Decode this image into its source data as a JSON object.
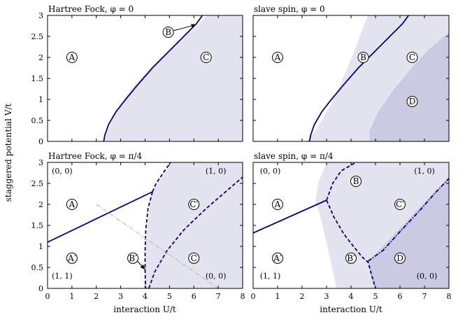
{
  "chart_data": [
    {
      "type": "area",
      "title": "Hartree Fock, φ = 0",
      "xlim": [
        0,
        8
      ],
      "ylim": [
        0,
        3
      ],
      "xticks": [
        "0",
        "1",
        "2",
        "3",
        "4",
        "5",
        "6",
        "7",
        "8"
      ],
      "yticks": [
        "0",
        "0.5",
        "1",
        "1.5",
        "2",
        "2.5",
        "3"
      ],
      "shaded_regions": [
        {
          "color": "#e4e4f1",
          "boundary": [
            [
              2.3,
              0
            ],
            [
              2.5,
              0.3
            ],
            [
              2.9,
              0.8
            ],
            [
              3.5,
              1.3
            ],
            [
              4.3,
              1.8
            ],
            [
              5.2,
              2.3
            ],
            [
              6.2,
              2.8
            ],
            [
              6.55,
              3
            ],
            [
              8,
              3
            ],
            [
              8,
              0
            ]
          ]
        }
      ],
      "series": [
        {
          "style": "solid",
          "color": "#000080",
          "points": [
            [
              2.3,
              0
            ],
            [
              2.35,
              0.15
            ],
            [
              2.5,
              0.4
            ],
            [
              2.8,
              0.7
            ],
            [
              3.2,
              1.0
            ],
            [
              3.7,
              1.35
            ],
            [
              4.3,
              1.75
            ],
            [
              4.9,
              2.1
            ],
            [
              5.5,
              2.45
            ],
            [
              6.1,
              2.8
            ],
            [
              6.35,
              3
            ]
          ]
        }
      ],
      "arrows": [
        {
          "from": [
            5.05,
            2.62
          ],
          "to": [
            6.1,
            2.78
          ]
        }
      ],
      "region_labels": [
        {
          "text": "A",
          "x": 1,
          "y": 2
        },
        {
          "text": "B",
          "x": 4.95,
          "y": 2.6
        },
        {
          "text": "C",
          "x": 6.5,
          "y": 2
        }
      ],
      "pair_labels": []
    },
    {
      "type": "area",
      "title": "slave spin, φ = 0",
      "xlim": [
        0,
        8
      ],
      "ylim": [
        0,
        3
      ],
      "xticks": [
        "0",
        "1",
        "2",
        "3",
        "4",
        "5",
        "6",
        "7",
        "8"
      ],
      "yticks": [
        "0",
        "0.5",
        "1",
        "1.5",
        "2",
        "2.5",
        "3"
      ],
      "shaded_regions": [
        {
          "color": "#e4e4f1",
          "boundary": [
            [
              2.2,
              0
            ],
            [
              2.6,
              0.3
            ],
            [
              3.1,
              0.8
            ],
            [
              3.6,
              1.4
            ],
            [
              4.1,
              2.1
            ],
            [
              4.55,
              2.8
            ],
            [
              4.7,
              3
            ],
            [
              8,
              3
            ],
            [
              8,
              0
            ]
          ]
        },
        {
          "color": "#cacae2",
          "boundary": [
            [
              4.75,
              0
            ],
            [
              4.75,
              0.25
            ],
            [
              5.1,
              0.7
            ],
            [
              5.7,
              1.2
            ],
            [
              6.4,
              1.7
            ],
            [
              7.2,
              2.2
            ],
            [
              8,
              2.6
            ],
            [
              8,
              0
            ]
          ]
        }
      ],
      "series": [
        {
          "style": "solid",
          "color": "#000080",
          "points": [
            [
              2.3,
              0
            ],
            [
              2.35,
              0.15
            ],
            [
              2.5,
              0.4
            ],
            [
              2.8,
              0.7
            ],
            [
              3.2,
              1.0
            ],
            [
              3.7,
              1.35
            ],
            [
              4.3,
              1.75
            ],
            [
              4.9,
              2.1
            ],
            [
              5.5,
              2.45
            ],
            [
              6.1,
              2.8
            ],
            [
              6.35,
              3
            ]
          ]
        }
      ],
      "arrows": [],
      "region_labels": [
        {
          "text": "A",
          "x": 1,
          "y": 2
        },
        {
          "text": "B",
          "x": 4.5,
          "y": 2
        },
        {
          "text": "C",
          "x": 6.5,
          "y": 2
        },
        {
          "text": "D",
          "x": 6.5,
          "y": 0.95
        }
      ],
      "pair_labels": []
    },
    {
      "type": "area",
      "title": "Hartree Fock, φ = π/4",
      "xlim": [
        0,
        8
      ],
      "ylim": [
        0,
        3
      ],
      "xticks": [
        "0",
        "1",
        "2",
        "3",
        "4",
        "5",
        "6",
        "7",
        "8"
      ],
      "yticks": [
        "0",
        "0.5",
        "1",
        "1.5",
        "2",
        "2.5",
        "3"
      ],
      "shaded_regions": [
        {
          "color": "#e4e4f1",
          "boundary": [
            [
              3.95,
              0
            ],
            [
              4.0,
              0.6
            ],
            [
              4.05,
              1.2
            ],
            [
              4.15,
              1.8
            ],
            [
              4.25,
              2.25
            ],
            [
              4.6,
              2.6
            ],
            [
              5.1,
              3
            ],
            [
              8,
              3
            ],
            [
              8,
              0
            ]
          ]
        }
      ],
      "series": [
        {
          "style": "solid",
          "color": "#000080",
          "points": [
            [
              0,
              1.1
            ],
            [
              4.3,
              2.3
            ]
          ]
        },
        {
          "style": "dashed",
          "color": "#000080",
          "points": [
            [
              4.3,
              2.3
            ],
            [
              4.45,
              2.5
            ],
            [
              4.8,
              2.8
            ],
            [
              5.05,
              3
            ]
          ]
        },
        {
          "style": "dashed",
          "color": "#000080",
          "points": [
            [
              4.3,
              2.3
            ],
            [
              4.12,
              1.9
            ],
            [
              4.03,
              1.4
            ],
            [
              4.0,
              0.9
            ],
            [
              4.0,
              0.4
            ],
            [
              4.02,
              0
            ]
          ]
        },
        {
          "style": "dashed",
          "color": "#000080",
          "points": [
            [
              4.15,
              0
            ],
            [
              4.4,
              0.4
            ],
            [
              4.9,
              0.9
            ],
            [
              5.6,
              1.4
            ],
            [
              6.5,
              1.9
            ],
            [
              7.3,
              2.3
            ],
            [
              8,
              2.65
            ]
          ]
        },
        {
          "style": "dashdot",
          "color": "#b0b0b0",
          "points": [
            [
              2,
              2
            ],
            [
              7,
              0
            ]
          ]
        }
      ],
      "arrows": [
        {
          "from": [
            3.6,
            0.7
          ],
          "to": [
            4.0,
            0.45
          ]
        }
      ],
      "region_labels": [
        {
          "text": "A",
          "x": 1,
          "y": 2
        },
        {
          "text": "C′",
          "x": 6,
          "y": 2
        },
        {
          "text": "A′",
          "x": 1,
          "y": 0.72
        },
        {
          "text": "B′",
          "x": 3.5,
          "y": 0.72
        },
        {
          "text": "C",
          "x": 6,
          "y": 0.72
        }
      ],
      "pair_labels": [
        {
          "text": "(0, 0)",
          "x": 0.6,
          "y": 2.8
        },
        {
          "text": "(1, 0)",
          "x": 6.9,
          "y": 2.8
        },
        {
          "text": "(1, 1)",
          "x": 0.6,
          "y": 0.3
        },
        {
          "text": "(0, 0)",
          "x": 6.9,
          "y": 0.3
        }
      ]
    },
    {
      "type": "area",
      "title": "slave spin, φ = π/4",
      "xlim": [
        0,
        8
      ],
      "ylim": [
        0,
        3
      ],
      "xticks": [
        "0",
        "1",
        "2",
        "3",
        "4",
        "5",
        "6",
        "7",
        "8"
      ],
      "yticks": [
        "0",
        "0.5",
        "1",
        "1.5",
        "2",
        "2.5",
        "3"
      ],
      "shaded_regions": [
        {
          "color": "#e4e4f1",
          "boundary": [
            [
              3.4,
              0
            ],
            [
              3.3,
              0.3
            ],
            [
              3.15,
              0.7
            ],
            [
              2.95,
              1.2
            ],
            [
              2.75,
              1.7
            ],
            [
              2.55,
              2.05
            ],
            [
              2.65,
              2.5
            ],
            [
              3.0,
              3
            ],
            [
              8,
              3
            ],
            [
              8,
              0
            ]
          ]
        },
        {
          "color": "#cacae2",
          "boundary": [
            [
              5.0,
              0
            ],
            [
              4.8,
              0.3
            ],
            [
              4.7,
              0.65
            ],
            [
              5.3,
              1.0
            ],
            [
              6.1,
              1.5
            ],
            [
              7.0,
              2.05
            ],
            [
              8,
              2.62
            ],
            [
              8,
              0
            ]
          ]
        }
      ],
      "series": [
        {
          "style": "solid",
          "color": "#000080",
          "points": [
            [
              0,
              1.32
            ],
            [
              3.0,
              2.1
            ]
          ]
        },
        {
          "style": "dashed",
          "color": "#000080",
          "points": [
            [
              3.0,
              2.1
            ],
            [
              3.25,
              2.5
            ],
            [
              3.6,
              2.8
            ],
            [
              4.2,
              3
            ]
          ]
        },
        {
          "style": "dashed",
          "color": "#000080",
          "points": [
            [
              3.0,
              2.1
            ],
            [
              3.3,
              1.7
            ],
            [
              3.7,
              1.3
            ],
            [
              4.1,
              1.0
            ],
            [
              4.45,
              0.75
            ],
            [
              4.7,
              0.62
            ],
            [
              4.85,
              0.3
            ],
            [
              5.0,
              0
            ]
          ]
        },
        {
          "style": "dashdot",
          "color": "#000080",
          "points": [
            [
              4.7,
              0.65
            ],
            [
              5.3,
              0.9
            ],
            [
              6.0,
              1.35
            ],
            [
              6.8,
              1.85
            ],
            [
              7.4,
              2.25
            ],
            [
              8,
              2.62
            ]
          ]
        }
      ],
      "arrows": [],
      "region_labels": [
        {
          "text": "B",
          "x": 4.2,
          "y": 2.55
        },
        {
          "text": "A",
          "x": 1,
          "y": 2
        },
        {
          "text": "C′",
          "x": 6,
          "y": 2
        },
        {
          "text": "A′",
          "x": 1,
          "y": 0.72
        },
        {
          "text": "B′",
          "x": 4,
          "y": 0.72
        },
        {
          "text": "D",
          "x": 6,
          "y": 0.72
        }
      ],
      "pair_labels": [
        {
          "text": "(0, 0)",
          "x": 0.7,
          "y": 2.8
        },
        {
          "text": "(1, 0)",
          "x": 7,
          "y": 2.8
        },
        {
          "text": "(1, 1)",
          "x": 0.7,
          "y": 0.3
        },
        {
          "text": "(0, 0)",
          "x": 7.1,
          "y": 0.3
        }
      ]
    }
  ],
  "labels": {
    "ylabel": "staggered potential V/t",
    "xlabel": "interaction U/t"
  }
}
